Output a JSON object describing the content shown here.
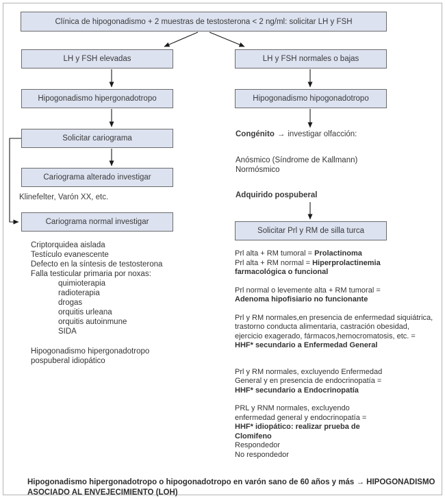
{
  "colors": {
    "box_bg": "#dce2f0",
    "box_border": "#6a6a6a",
    "text": "#333333",
    "frame_border": "#b3b3b3",
    "connector": "#1a1a1a"
  },
  "root": {
    "label": "Clínica de hipogonadismo + 2 muestras de testosterona < 2 ng/ml: solicitar LH y FSH"
  },
  "left": {
    "box_lh_fsh": "LH y FSH elevadas",
    "box_hyper": "Hipogonadismo hipergonadotropo",
    "box_karyogram": "Solicitar cariograma",
    "box_karyogram_altered": "Cariograma alterado investigar",
    "note_karyogram_altered": "Klinefelter, Varón XX, etc.",
    "box_karyogram_normal": "Cariograma normal investigar",
    "causes": [
      "Criptorquidea aislada",
      "Testículo evanescente",
      "Defecto en la síntesis de testosterona",
      "Falla testicular primaria por noxas:"
    ],
    "noxas": [
      "quimioterapia",
      "radioterapia",
      "drogas",
      "orquitis urleana",
      "orquitis autoinmune",
      "SIDA"
    ],
    "tail": [
      "Hipogonadismo hipergonadotropo",
      "pospuberal idiopático"
    ]
  },
  "right": {
    "box_lh_fsh": "LH y FSH normales o bajas",
    "box_hypo": "Hipogonadismo hipogonadotropo",
    "congenital": {
      "bold": "Congénito",
      "arrow": "→",
      "rest": "investigar olfacción:"
    },
    "olfaction": [
      "Anósmico (Síndrome de Kallmann)",
      "Normósmico"
    ],
    "acquired": "Adquirido pospuberal",
    "box_prl": "Solicitar Prl y RM de silla turca",
    "groups": [
      {
        "lines": [
          {
            "pre": "Prl alta + RM tumoral = ",
            "bold": "Prolactinoma"
          },
          {
            "pre": "Prl alta + RM normal = ",
            "bold": "Hiperprolactinemia"
          },
          {
            "pre": "",
            "bold": "farmacológica o funcional"
          }
        ]
      },
      {
        "lines": [
          {
            "pre": "Prl normal o levemente alta + RM tumoral =",
            "bold": ""
          },
          {
            "pre": "",
            "bold": "Adenoma hipofisiario no funcionante"
          }
        ]
      },
      {
        "lines": [
          {
            "pre": "Prl y RM normales,en presencia de enfermedad siquiátrica,",
            "bold": ""
          },
          {
            "pre": "trastorno conducta alimentaria, castración obesidad,",
            "bold": ""
          },
          {
            "pre": "ejercicio exagerado, fármacos,hemocromatosis, etc. =",
            "bold": ""
          },
          {
            "pre": "",
            "bold": "HHF* secundario a Enfermedad General"
          }
        ]
      },
      {
        "lines": [
          {
            "pre": "Prl y RM normales, excluyendo Enfermedad",
            "bold": ""
          },
          {
            "pre": "General y en presencia de endocrinopatía =",
            "bold": ""
          },
          {
            "pre": "",
            "bold": "HHF* secundario a Endocrinopatía"
          }
        ]
      },
      {
        "lines": [
          {
            "pre": "PRL y RNM normales, excluyendo",
            "bold": ""
          },
          {
            "pre": "enfermedad general y endocrinopatía =",
            "bold": ""
          },
          {
            "pre": "",
            "bold": "HHF* idiopático: realizar prueba de"
          },
          {
            "pre": "",
            "bold": "Clomifeno"
          },
          {
            "pre": "Respondedor",
            "bold": ""
          },
          {
            "pre": "No respondedor",
            "bold": ""
          }
        ]
      }
    ]
  },
  "footer": {
    "line1": "Hipogonadismo hipergonadotropo o hipogonadotropo en varón sano de 60 años y más → HIPOGONADISMO",
    "line2": "ASOCIADO AL ENVEJECIMIENTO (LOH)"
  }
}
